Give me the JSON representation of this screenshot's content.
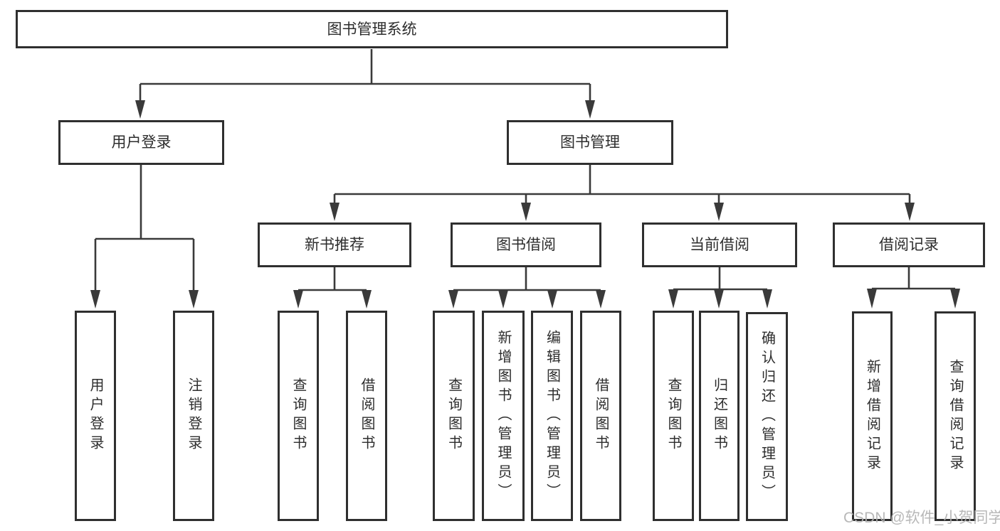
{
  "diagram": {
    "title": "图书管理系统",
    "type": "feature-tree",
    "colors": {
      "background": "#ffffff",
      "line": "#3a3a3a",
      "box_border": "#2f2f2f",
      "text": "#2d2d2d",
      "watermark": "#b2b2b2"
    },
    "tree": {
      "root": {
        "label": "图书管理系统",
        "children": [
          {
            "label": "用户登录",
            "children": [
              {
                "label": "用户登录"
              },
              {
                "label": "注销登录"
              }
            ]
          },
          {
            "label": "图书管理",
            "children": [
              {
                "label": "新书推荐",
                "children": [
                  {
                    "label": "查询图书"
                  },
                  {
                    "label": "借阅图书"
                  }
                ]
              },
              {
                "label": "图书借阅",
                "children": [
                  {
                    "label": "查询图书"
                  },
                  {
                    "label": "新增图书（管理员）"
                  },
                  {
                    "label": "编辑图书（管理员）"
                  },
                  {
                    "label": "借阅图书"
                  }
                ]
              },
              {
                "label": "当前借阅",
                "children": [
                  {
                    "label": "查询图书"
                  },
                  {
                    "label": "归还图书"
                  },
                  {
                    "label": "确认归还（管理员）"
                  }
                ]
              },
              {
                "label": "借阅记录",
                "children": [
                  {
                    "label": "新增借阅记录"
                  },
                  {
                    "label": "查询借阅记录"
                  }
                ]
              }
            ]
          }
        ]
      }
    },
    "watermark": {
      "text": "CSDN @软件_小贺同学"
    }
  }
}
